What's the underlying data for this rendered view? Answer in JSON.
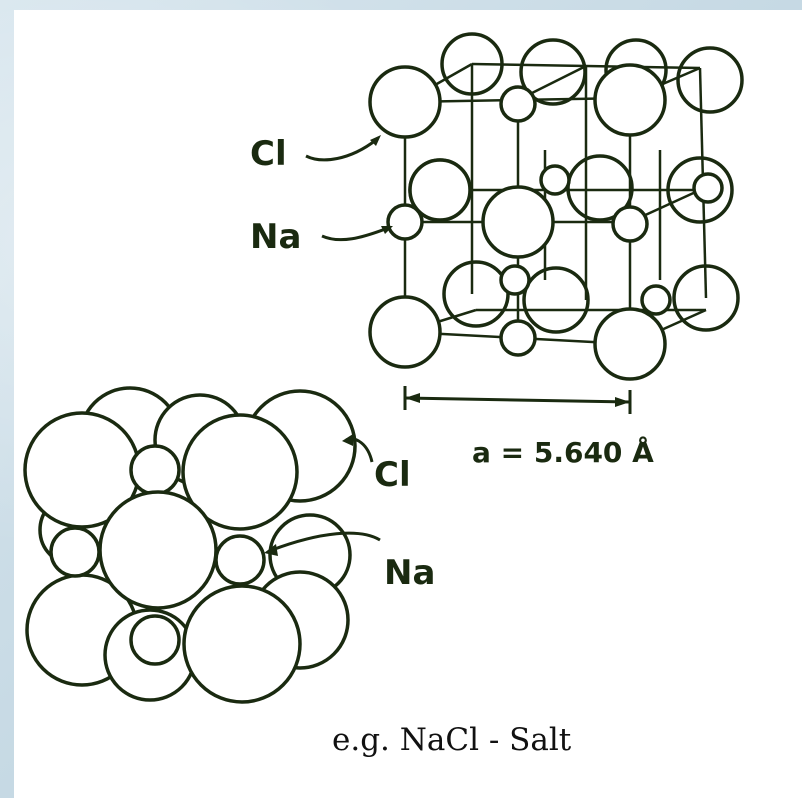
{
  "labels": {
    "cl_top": "Cl",
    "na_top": "Na",
    "lattice_constant": "a = 5.640 Å",
    "cl_bottom": "Cl",
    "na_bottom": "Na"
  },
  "caption": "e.g. NaCl - Salt",
  "colors": {
    "ink": "#1a2a10",
    "sphere_fill": "#ffffff",
    "background": "#cfdfe8"
  }
}
